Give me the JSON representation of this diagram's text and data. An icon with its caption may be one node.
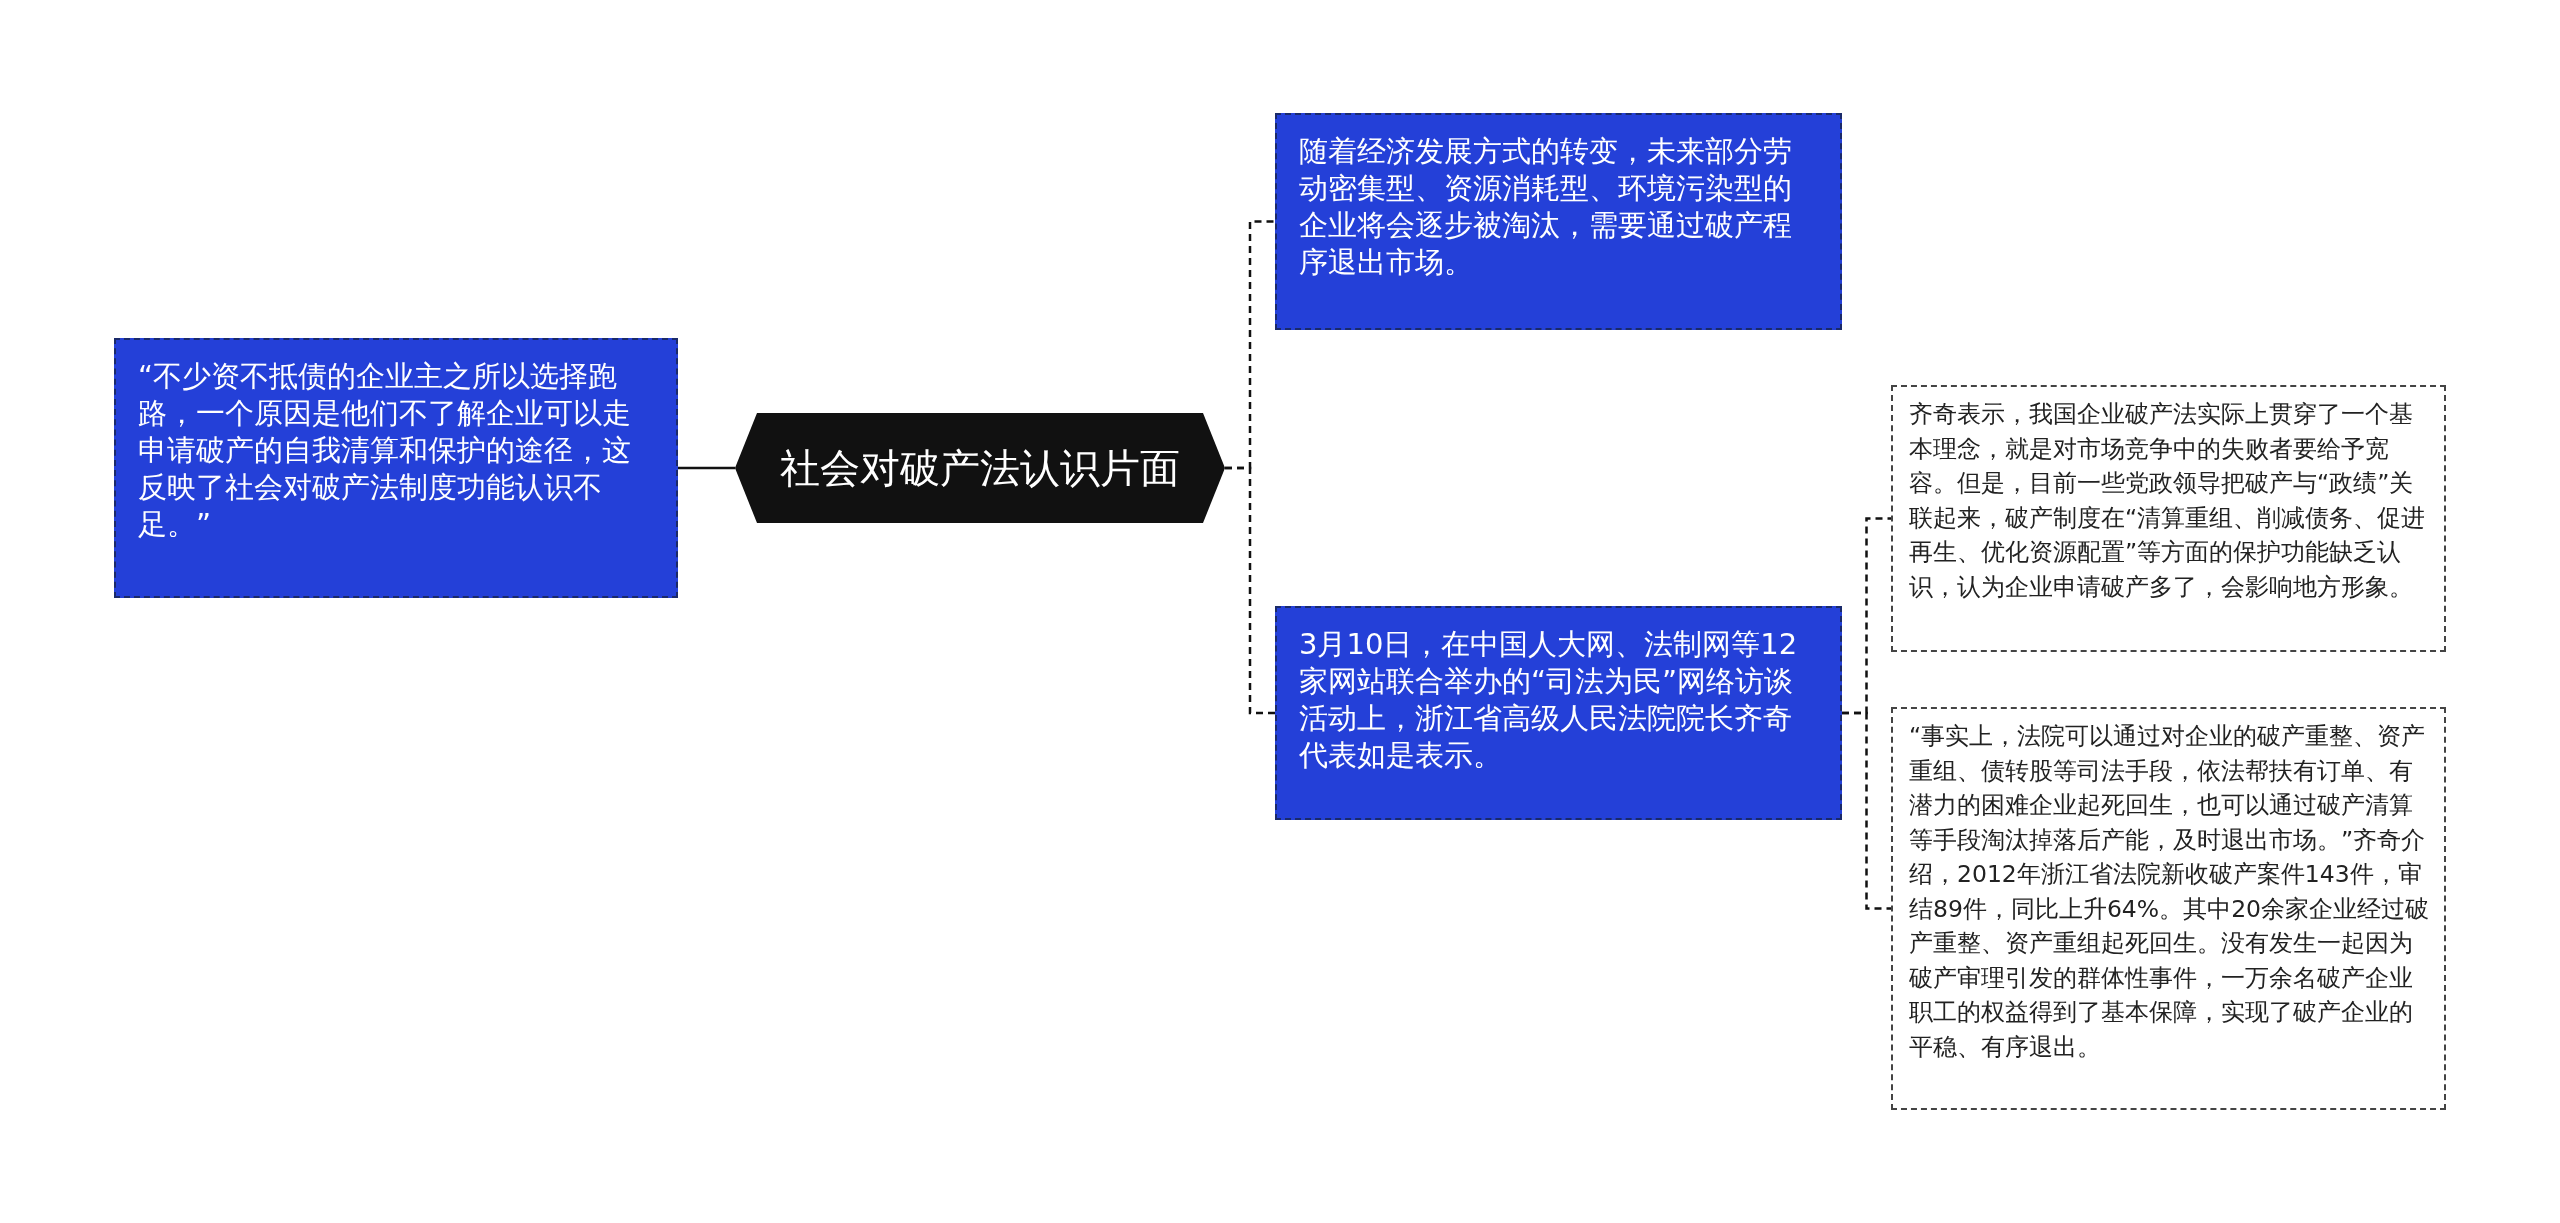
{
  "diagram": {
    "nodes": [
      {
        "text": [
          "社会对破产法认识片面"
        ]
      },
      {
        "text": [
          "“不少资不抵债的企业主之所以选择跑路，一个原因是他们不了解企业可以走申请破产的自我清算和保护的途径，这反映了社会对破产法制度功能认识不足。”"
        ]
      },
      {
        "text": [
          "随着经济发展方式的转变，未来部分劳动密集型、资源消耗型、环境污染型的企业将会逐步被淘汰，需要通过破产程序退出市场。"
        ]
      },
      {
        "text": [
          "3月10日，在中国人大网、法制网等12家网站联合举办的“司法为民”网络访谈活动上，浙江省高级人民法院院长齐奇代表如是表示。"
        ]
      },
      {
        "text": [
          "齐奇表示，我国企业破产法实际上贯穿了一个基本理念，就是对市场竞争中的失败者要给予宽容。但是，目前一些党政领导把破产与“政绩”关联起来，破产制度在“清算重组、削减债务、促进再生、优化资源配置”等方面的保护功能缺乏认识，认为企业申请破产多了，会影响地方形象。"
        ]
      },
      {
        "text": [
          "“事实上，法院可以通过对企业的破产重整、资产重组、债转股等司法手段，依法帮扶有订单、有潜力的困难企业起死回生，也可以通过破产清算等手段淘汰掉落后产能，及时退出市场。”齐奇介绍，2012年浙江省法院新收破产案件143件，审结89件，同比上升64%。其中20余家企业经过破产重整、资产重组起死回生。没有发生一起因为破产审理引发的群体性事件，一万余名破产企业职工的权益得到了基本保障，实现了破产企业的平稳、有序退出。"
        ]
      }
    ],
    "edges": [
      {
        "from": 0,
        "to": 1,
        "arrow": "none"
      },
      {
        "from": 0,
        "to": 2,
        "arrow": "none",
        "style": "dashed"
      },
      {
        "from": 0,
        "to": 3,
        "arrow": "none",
        "style": "dashed"
      },
      {
        "from": 3,
        "to": 4,
        "arrow": "none",
        "style": "dashed"
      },
      {
        "from": 3,
        "to": 5,
        "arrow": "none",
        "style": "dashed"
      }
    ]
  }
}
